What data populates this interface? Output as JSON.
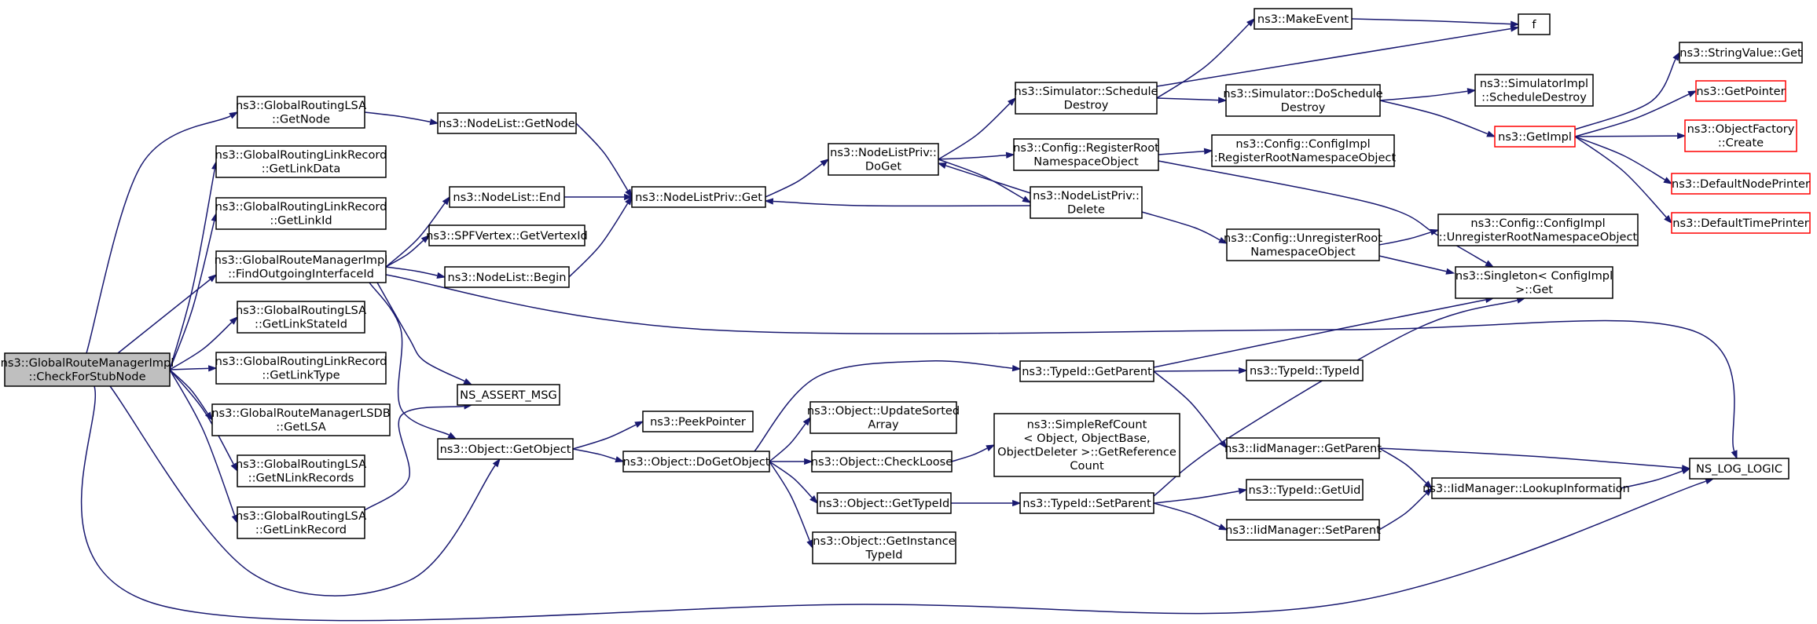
{
  "colors": {
    "edge": "#191970",
    "node_border": "#000000",
    "node_fill": "#ffffff",
    "root_fill": "#bfbfbf",
    "truncated_border": "#ff0000"
  },
  "nodes": [
    {
      "id": "root",
      "lines": [
        "ns3::GlobalRouteManagerImpl",
        "::CheckForStubNode"
      ],
      "style": "root"
    },
    {
      "id": "lsa_getnode",
      "lines": [
        "ns3::GlobalRoutingLSA",
        "::GetNode"
      ]
    },
    {
      "id": "lr_getlinkdata",
      "lines": [
        "ns3::GlobalRoutingLinkRecord",
        "::GetLinkData"
      ]
    },
    {
      "id": "lr_getlinkid",
      "lines": [
        "ns3::GlobalRoutingLinkRecord",
        "::GetLinkId"
      ]
    },
    {
      "id": "findout",
      "lines": [
        "ns3::GlobalRouteManagerImpl",
        "::FindOutgoingInterfaceId"
      ]
    },
    {
      "id": "lsa_getlinkstateid",
      "lines": [
        "ns3::GlobalRoutingLSA",
        "::GetLinkStateId"
      ]
    },
    {
      "id": "lr_getlinktype",
      "lines": [
        "ns3::GlobalRoutingLinkRecord",
        "::GetLinkType"
      ]
    },
    {
      "id": "lsdb_getlsa",
      "lines": [
        "ns3::GlobalRouteManagerLSDB",
        "::GetLSA"
      ]
    },
    {
      "id": "lsa_getnlinkrecords",
      "lines": [
        "ns3::GlobalRoutingLSA",
        "::GetNLinkRecords"
      ]
    },
    {
      "id": "lsa_getlinkrecord",
      "lines": [
        "ns3::GlobalRoutingLSA",
        "::GetLinkRecord"
      ]
    },
    {
      "id": "nodelist_getnode",
      "lines": [
        "ns3::NodeList::GetNode"
      ]
    },
    {
      "id": "nodelist_end",
      "lines": [
        "ns3::NodeList::End"
      ]
    },
    {
      "id": "spf_getvertexid",
      "lines": [
        "ns3::SPFVertex::GetVertexId"
      ]
    },
    {
      "id": "nodelist_begin",
      "lines": [
        "ns3::NodeList::Begin"
      ]
    },
    {
      "id": "ns_assert_msg",
      "lines": [
        "NS_ASSERT_MSG"
      ]
    },
    {
      "id": "object_getobject",
      "lines": [
        "ns3::Object::GetObject"
      ]
    },
    {
      "id": "nodelistpriv_get",
      "lines": [
        "ns3::NodeListPriv::Get"
      ]
    },
    {
      "id": "nodelistpriv_doget",
      "lines": [
        "ns3::NodeListPriv::",
        "DoGet"
      ]
    },
    {
      "id": "peekpointer",
      "lines": [
        "ns3::PeekPointer"
      ]
    },
    {
      "id": "object_dogetobject",
      "lines": [
        "ns3::Object::DoGetObject"
      ]
    },
    {
      "id": "object_updatesorted",
      "lines": [
        "ns3::Object::UpdateSorted",
        "Array"
      ]
    },
    {
      "id": "object_checkloose",
      "lines": [
        "ns3::Object::CheckLoose"
      ]
    },
    {
      "id": "object_gettypeid",
      "lines": [
        "ns3::Object::GetTypeId"
      ]
    },
    {
      "id": "object_getinstancetypeid",
      "lines": [
        "ns3::Object::GetInstance",
        "TypeId"
      ]
    },
    {
      "id": "sim_scheduledestroy",
      "lines": [
        "ns3::Simulator::Schedule",
        "Destroy"
      ]
    },
    {
      "id": "config_registerroot",
      "lines": [
        "ns3::Config::RegisterRoot",
        "NamespaceObject"
      ]
    },
    {
      "id": "nodelistpriv_delete",
      "lines": [
        "ns3::NodeListPriv::",
        "Delete"
      ]
    },
    {
      "id": "typeid_getparent",
      "lines": [
        "ns3::TypeId::GetParent"
      ]
    },
    {
      "id": "simplerefcount",
      "lines": [
        "ns3::SimpleRefCount",
        "< Object, ObjectBase,",
        "ObjectDeleter >::GetReference",
        "Count"
      ]
    },
    {
      "id": "typeid_setparent",
      "lines": [
        "ns3::TypeId::SetParent"
      ]
    },
    {
      "id": "makeevent",
      "lines": [
        "ns3::MakeEvent"
      ]
    },
    {
      "id": "sim_doscheduledestroy",
      "lines": [
        "ns3::Simulator::DoSchedule",
        "Destroy"
      ]
    },
    {
      "id": "configimpl_registerroot",
      "lines": [
        "ns3::Config::ConfigImpl",
        "::RegisterRootNamespaceObject"
      ]
    },
    {
      "id": "config_unregisterroot",
      "lines": [
        "ns3::Config::UnregisterRoot",
        "NamespaceObject"
      ]
    },
    {
      "id": "iidmanager_getparent",
      "lines": [
        "ns3::IidManager::GetParent"
      ]
    },
    {
      "id": "iidmanager_setparent",
      "lines": [
        "ns3::IidManager::SetParent"
      ]
    },
    {
      "id": "f",
      "lines": [
        "f"
      ]
    },
    {
      "id": "simimpl_scheduledestroy",
      "lines": [
        "ns3::SimulatorImpl",
        "::ScheduleDestroy"
      ]
    },
    {
      "id": "getimpl",
      "lines": [
        "ns3::GetImpl"
      ],
      "style": "truncated"
    },
    {
      "id": "configimpl_unregisterroot",
      "lines": [
        "ns3::Config::ConfigImpl",
        "::UnregisterRootNamespaceObject"
      ]
    },
    {
      "id": "singleton_get",
      "lines": [
        "ns3::Singleton< ConfigImpl",
        ">::Get"
      ]
    },
    {
      "id": "typeid_typeid",
      "lines": [
        "ns3::TypeId::TypeId"
      ]
    },
    {
      "id": "typeid_getuid",
      "lines": [
        "ns3::TypeId::GetUid"
      ]
    },
    {
      "id": "iidmanager_lookup",
      "lines": [
        "ns3::IidManager::LookupInformation"
      ]
    },
    {
      "id": "ns_log_logic",
      "lines": [
        "NS_LOG_LOGIC"
      ]
    },
    {
      "id": "stringvalue_get",
      "lines": [
        "ns3::StringValue::Get"
      ]
    },
    {
      "id": "getpointer",
      "lines": [
        "ns3::GetPointer"
      ],
      "style": "truncated"
    },
    {
      "id": "objectfactory_create",
      "lines": [
        "ns3::ObjectFactory",
        "::Create"
      ],
      "style": "truncated"
    },
    {
      "id": "defaultnodeprinter",
      "lines": [
        "ns3::DefaultNodePrinter"
      ],
      "style": "truncated"
    },
    {
      "id": "defaulttimeprinter",
      "lines": [
        "ns3::DefaultTimePrinter"
      ],
      "style": "truncated"
    }
  ],
  "edges": [
    [
      "root",
      "lsa_getnode"
    ],
    [
      "root",
      "lr_getlinkdata"
    ],
    [
      "root",
      "lr_getlinkid"
    ],
    [
      "root",
      "findout"
    ],
    [
      "root",
      "lsa_getlinkstateid"
    ],
    [
      "root",
      "lr_getlinktype"
    ],
    [
      "root",
      "lsdb_getlsa"
    ],
    [
      "root",
      "lsa_getnlinkrecords"
    ],
    [
      "root",
      "lsa_getlinkrecord"
    ],
    [
      "root",
      "object_getobject"
    ],
    [
      "root",
      "ns_log_logic"
    ],
    [
      "lsa_getnode",
      "nodelist_getnode"
    ],
    [
      "nodelist_getnode",
      "nodelistpriv_get"
    ],
    [
      "findout",
      "nodelist_end"
    ],
    [
      "findout",
      "spf_getvertexid"
    ],
    [
      "findout",
      "nodelist_begin"
    ],
    [
      "findout",
      "ns_assert_msg"
    ],
    [
      "findout",
      "object_getobject"
    ],
    [
      "findout",
      "ns_log_logic"
    ],
    [
      "nodelist_end",
      "nodelistpriv_get"
    ],
    [
      "nodelist_begin",
      "nodelistpriv_get"
    ],
    [
      "lsa_getlinkrecord",
      "ns_assert_msg"
    ],
    [
      "nodelistpriv_get",
      "nodelistpriv_doget"
    ],
    [
      "nodelistpriv_doget",
      "sim_scheduledestroy"
    ],
    [
      "nodelistpriv_doget",
      "config_registerroot"
    ],
    [
      "nodelistpriv_doget",
      "nodelistpriv_delete"
    ],
    [
      "nodelistpriv_delete",
      "nodelistpriv_doget"
    ],
    [
      "nodelistpriv_delete",
      "nodelistpriv_get"
    ],
    [
      "nodelistpriv_delete",
      "config_unregisterroot"
    ],
    [
      "object_getobject",
      "peekpointer"
    ],
    [
      "object_getobject",
      "object_dogetobject"
    ],
    [
      "object_dogetobject",
      "typeid_getparent"
    ],
    [
      "object_dogetobject",
      "object_updatesorted"
    ],
    [
      "object_dogetobject",
      "object_checkloose"
    ],
    [
      "object_dogetobject",
      "object_gettypeid"
    ],
    [
      "object_dogetobject",
      "object_getinstancetypeid"
    ],
    [
      "object_checkloose",
      "simplerefcount"
    ],
    [
      "object_gettypeid",
      "typeid_setparent"
    ],
    [
      "sim_scheduledestroy",
      "makeevent"
    ],
    [
      "sim_scheduledestroy",
      "f"
    ],
    [
      "sim_scheduledestroy",
      "sim_doscheduledestroy"
    ],
    [
      "makeevent",
      "f"
    ],
    [
      "sim_doscheduledestroy",
      "simimpl_scheduledestroy"
    ],
    [
      "sim_doscheduledestroy",
      "getimpl"
    ],
    [
      "config_registerroot",
      "configimpl_registerroot"
    ],
    [
      "config_registerroot",
      "singleton_get"
    ],
    [
      "config_unregisterroot",
      "configimpl_unregisterroot"
    ],
    [
      "config_unregisterroot",
      "singleton_get"
    ],
    [
      "typeid_getparent",
      "typeid_typeid"
    ],
    [
      "typeid_getparent",
      "singleton_get"
    ],
    [
      "typeid_getparent",
      "iidmanager_getparent"
    ],
    [
      "typeid_setparent",
      "singleton_get"
    ],
    [
      "typeid_setparent",
      "typeid_getuid"
    ],
    [
      "typeid_setparent",
      "iidmanager_setparent"
    ],
    [
      "iidmanager_getparent",
      "iidmanager_lookup"
    ],
    [
      "iidmanager_getparent",
      "ns_log_logic"
    ],
    [
      "iidmanager_setparent",
      "iidmanager_lookup"
    ],
    [
      "iidmanager_lookup",
      "ns_log_logic"
    ],
    [
      "getimpl",
      "stringvalue_get"
    ],
    [
      "getimpl",
      "getpointer"
    ],
    [
      "getimpl",
      "objectfactory_create"
    ],
    [
      "getimpl",
      "defaultnodeprinter"
    ],
    [
      "getimpl",
      "defaulttimeprinter"
    ]
  ]
}
